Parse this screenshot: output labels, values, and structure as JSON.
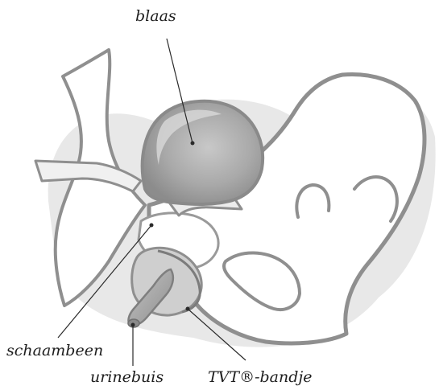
{
  "labels": {
    "bladder": "blaas",
    "pubic_bone": "schaambeen",
    "urethra": "urinebuis",
    "tvt_tape": "TVT®-bandje"
  },
  "colors": {
    "outline": "#8f8f8f",
    "shadow": "#e3e3e3",
    "bladder_fill": "#a9a9a9",
    "bladder_highlight": "#d2d2d2",
    "leader_line": "#2a2a2a",
    "text": "#1e1e1e"
  }
}
